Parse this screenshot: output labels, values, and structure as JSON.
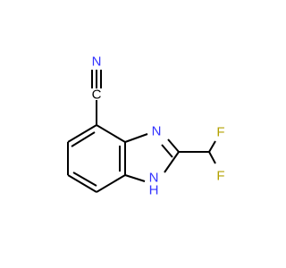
{
  "molecule": {
    "atoms": {
      "n_nitrile": "N",
      "c_nitrile": "C",
      "n_imidazole": "N",
      "nh_n": "N",
      "nh_h": "H",
      "f_top": "F",
      "f_bottom": "F"
    },
    "colors": {
      "bond": "#000000",
      "nitrogen": "#3333ff",
      "carbon": "#000000",
      "fluorine": "#b3a100"
    }
  }
}
